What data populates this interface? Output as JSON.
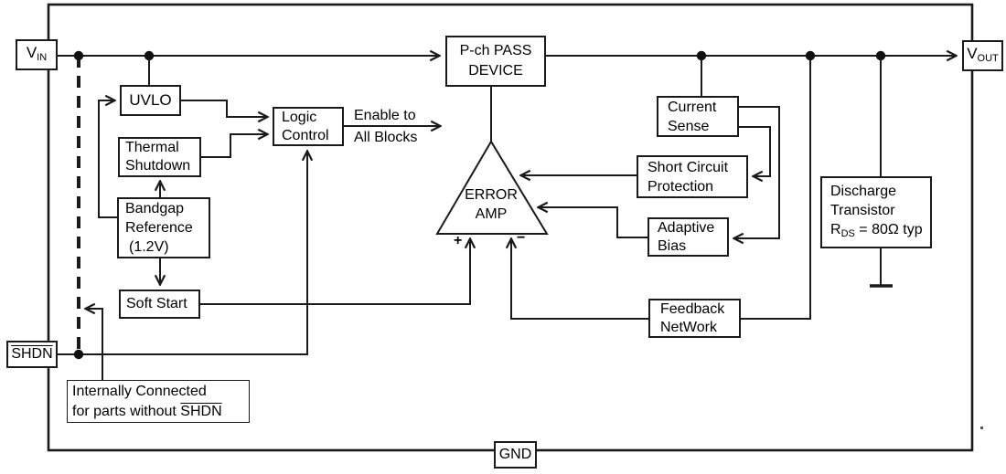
{
  "pins": {
    "vin": {
      "main": "V",
      "sub": "IN"
    },
    "vout": {
      "main": "V",
      "sub": "OUT"
    },
    "shdn": {
      "label": "SHDN"
    },
    "gnd": {
      "label": "GND"
    }
  },
  "blocks": {
    "uvlo": {
      "lines": [
        "UVLO"
      ]
    },
    "thermal_shutdown": {
      "lines": [
        "Thermal",
        "Shutdown"
      ]
    },
    "bandgap": {
      "lines": [
        "Bandgap",
        "Reference",
        "(1.2V)"
      ]
    },
    "logic_control": {
      "lines": [
        "Logic",
        "Control"
      ]
    },
    "soft_start": {
      "lines": [
        "Soft Start"
      ]
    },
    "pass_device": {
      "lines": [
        "P-ch PASS",
        "DEVICE"
      ]
    },
    "error_amp": {
      "lines": [
        "ERROR",
        "AMP"
      ]
    },
    "current_sense": {
      "lines": [
        "Current",
        "Sense"
      ]
    },
    "short_circuit": {
      "lines": [
        "Short Circuit",
        "Protection"
      ]
    },
    "adaptive_bias": {
      "lines": [
        "Adaptive",
        "Bias"
      ]
    },
    "feedback": {
      "lines": [
        "Feedback",
        "NetWork"
      ]
    },
    "discharge": {
      "line1": "Discharge",
      "line2": "Transistor",
      "r_prefix": "R",
      "r_sub": "DS",
      "r_suffix": " = 80Ω typ"
    }
  },
  "annotations": {
    "enable_line1": "Enable to",
    "enable_line2": "All Blocks",
    "note_line1": "Internally Connected",
    "note_line2_prefix": "for parts without ",
    "note_shdn": "SHDN",
    "plus": "+",
    "minus": "−"
  },
  "colors": {
    "line": "#1a1a1a",
    "background": "#ffffff",
    "box_fill": "#ffffff"
  }
}
